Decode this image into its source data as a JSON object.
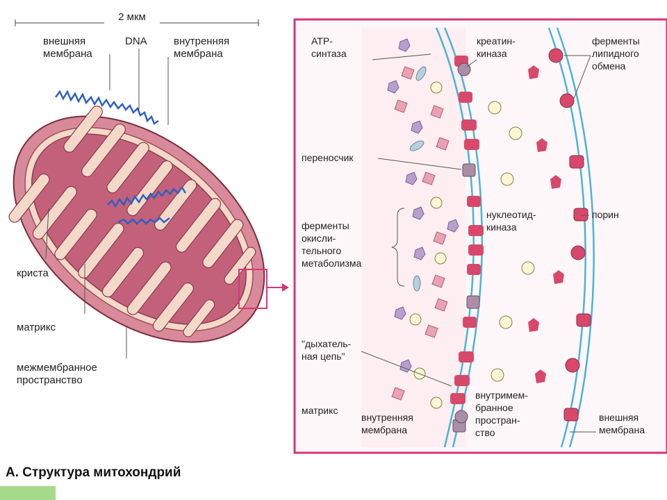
{
  "scale_label": "2 мкм",
  "caption": "А. Структура митохондрий",
  "left_labels": {
    "outer_membrane": [
      "внешняя",
      "мембрана"
    ],
    "dna": "DNA",
    "inner_membrane": [
      "внутренняя",
      "мембрана"
    ],
    "crista": "криста",
    "matrix": "матрикс",
    "intermembrane": [
      "межмембранное",
      "пространство"
    ]
  },
  "right_labels": {
    "atp_synthase": [
      "ATP-",
      "синтаза"
    ],
    "creatine_kinase": [
      "креатин-",
      "киназа"
    ],
    "lipid_enzymes": [
      "ферменты",
      "липидного",
      "обмена"
    ],
    "carrier": "переносчик",
    "porin": "порин",
    "nucleotide_kinase": [
      "нуклеотид-",
      "киназа"
    ],
    "oxidative_enzymes": [
      "ферменты",
      "окисли-",
      "тельного",
      "метаболизма"
    ],
    "resp_chain": [
      "\"дыхатель-",
      "ная цепь\""
    ],
    "matrix": "матрикс",
    "inner_membrane": [
      "внутренняя",
      "мембрана"
    ],
    "intermembrane": [
      "внутримем-",
      "бранное",
      "простран-",
      "ство"
    ],
    "outer_membrane": [
      "внешняя",
      "мембрана"
    ]
  },
  "colors": {
    "frame": "#d6357a",
    "mito_fill": "#c9667e",
    "mito_inner": "#b8506a",
    "membrane": "#4bb3d6",
    "protein": "#d8486a",
    "dna": "#2f5fc2"
  }
}
